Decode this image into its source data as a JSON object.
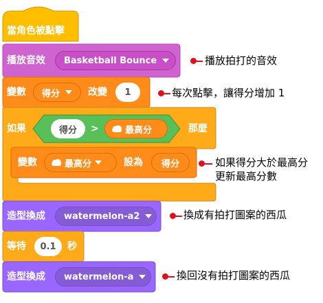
{
  "blocks": {
    "hat": "當角色被點擊",
    "play_sound": {
      "label": "播放音效",
      "sound": "Basketball Bounce"
    },
    "change_var": {
      "label": "變數",
      "variable": "得分",
      "action": "改變",
      "value": "1"
    },
    "if_block": {
      "if_label": "如果",
      "left": "得分",
      "operator": ">",
      "right": "最高分",
      "then_label": "那麼"
    },
    "set_var": {
      "label": "變數",
      "variable": "最高分",
      "action": "設為",
      "value": "得分"
    },
    "switch_costume_1": {
      "label": "造型換成",
      "costume": "watermelon-a2"
    },
    "wait": {
      "label": "等待",
      "value": "0.1",
      "unit": "秒"
    },
    "switch_costume_2": {
      "label": "造型換成",
      "costume": "watermelon-a"
    }
  },
  "annotations": {
    "play_sound": "播放拍打的音效",
    "change_var": "每次點擊，讓得分增加 1",
    "set_var_line1": "如果得分大於最高分",
    "set_var_line2": "更新最高分數",
    "costume1": "換成有拍打圖案的西瓜",
    "costume2": "換回沒有拍打圖案的西瓜"
  },
  "colors": {
    "events": "#FFBF00",
    "events_border": "#CC9900",
    "sound": "#CF63CF",
    "sound_border": "#BD42BD",
    "variables": "#FF8C1A",
    "variables_border": "#DB6E00",
    "control": "#FFAB19",
    "control_border": "#CF8B17",
    "operators": "#59C059",
    "operators_border": "#389438",
    "looks": "#9966FF",
    "looks_border": "#774DCB",
    "annotation": "#E0101A"
  }
}
